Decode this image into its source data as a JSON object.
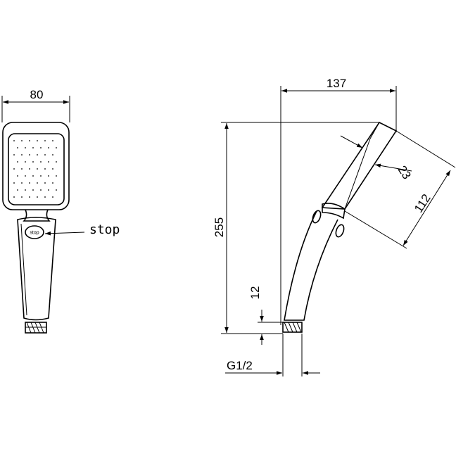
{
  "front_view": {
    "width_label": "80",
    "stop_button_text": "stop",
    "stop_callout": "stop"
  },
  "side_view": {
    "top_width_label": "137",
    "height_label": "255",
    "thickness_label": "23",
    "face_label": "112",
    "thread_length_label": "12",
    "thread_label": "G1/2"
  }
}
